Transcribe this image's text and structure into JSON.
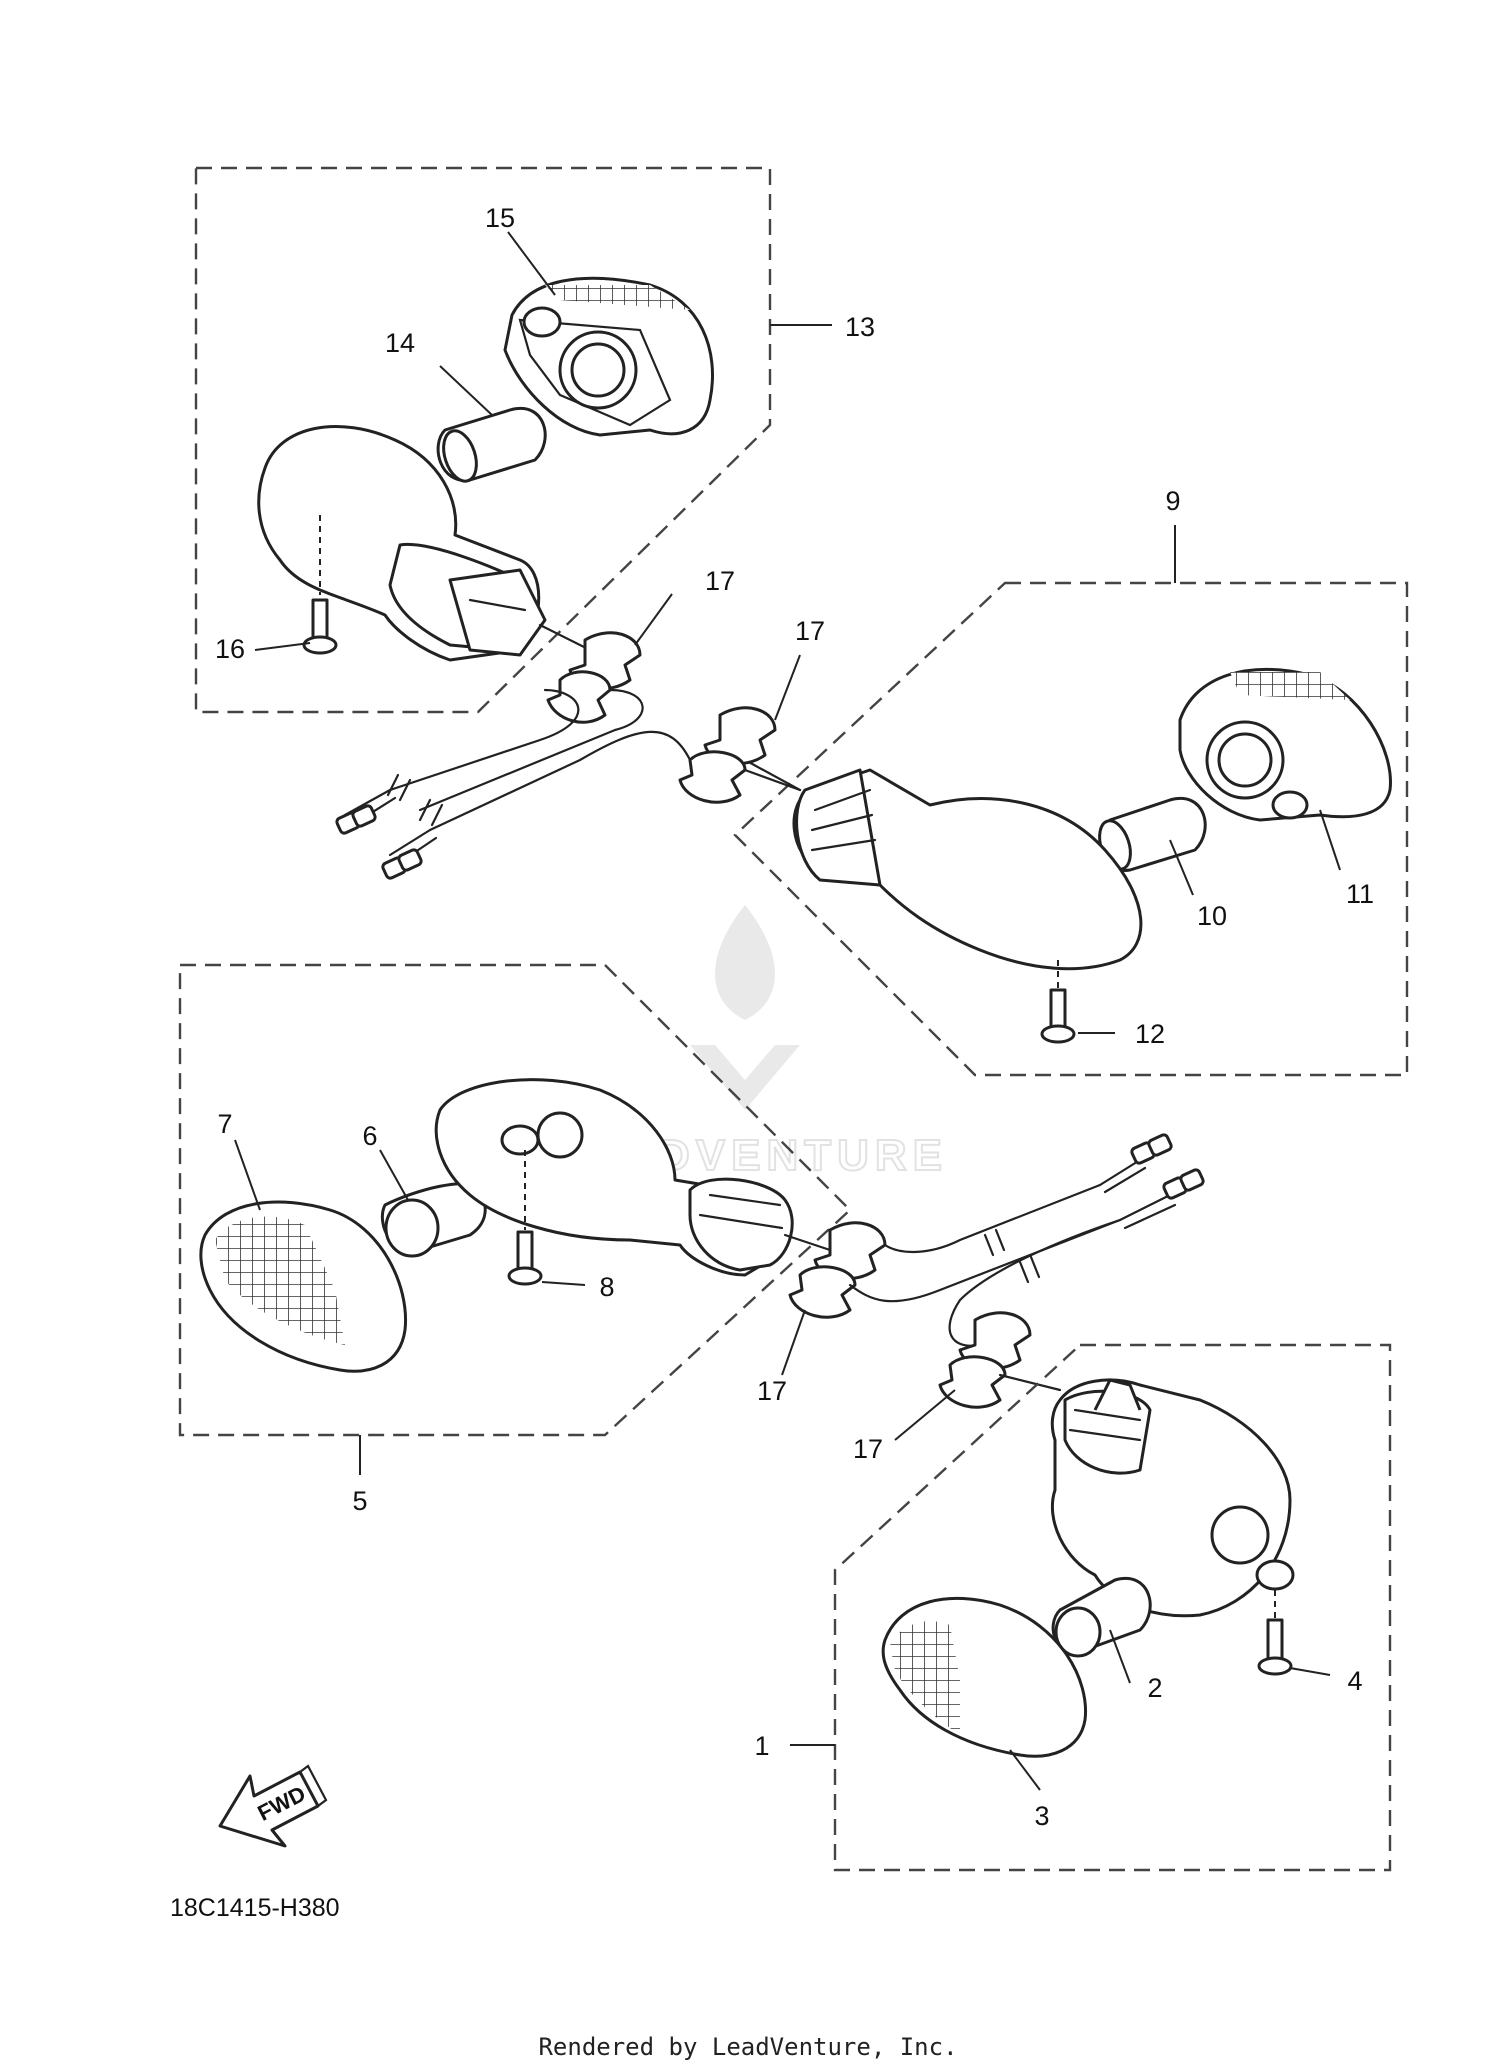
{
  "labels": {
    "c1": "1",
    "c2": "2",
    "c3": "3",
    "c4": "4",
    "c5": "5",
    "c6": "6",
    "c7": "7",
    "c8": "8",
    "c9": "9",
    "c10": "10",
    "c11": "11",
    "c12": "12",
    "c13": "13",
    "c14": "14",
    "c15": "15",
    "c16": "16",
    "c17a": "17",
    "c17b": "17",
    "c17c": "17",
    "c17d": "17"
  },
  "fwd_label": "FWD",
  "diagram_code": "18C1415-H380",
  "watermark": "LEADVENTURE",
  "footer": "Rendered by LeadVenture, Inc.",
  "icons": {
    "direction_arrow": "fwd-arrow-icon",
    "watermark_logo": "leadventure-logo-icon"
  }
}
